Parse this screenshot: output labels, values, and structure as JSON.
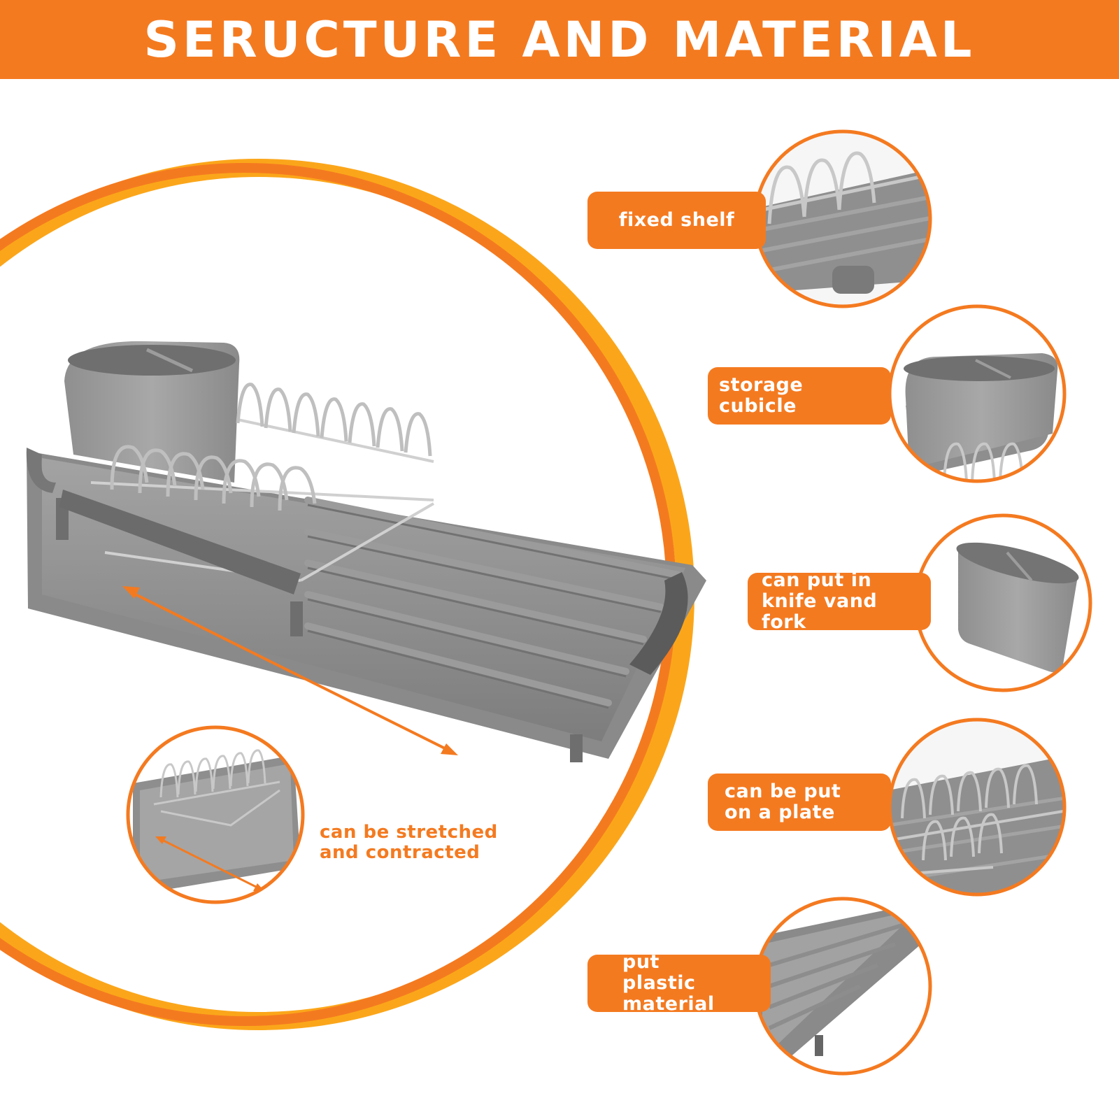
{
  "header": {
    "title": "SERUCTURE AND MATERIAL"
  },
  "colors": {
    "accent": "#f47a20",
    "accent_light": "#fba61a",
    "product_gray": "#8c8c8c"
  },
  "callouts": [
    {
      "label": "fixed shelf",
      "image": "fixed-shelf-closeup"
    },
    {
      "label": "storage cubicle",
      "image": "storage-cubicle-closeup"
    },
    {
      "label": "can put in knife vand fork",
      "image": "utensil-holder-closeup"
    },
    {
      "label": "can be put on a plate",
      "image": "plate-rack-closeup"
    },
    {
      "label": "put plastic material",
      "image": "drain-tray-closeup"
    }
  ],
  "stretch_note": {
    "text": "can be stretched and contracted",
    "image": "stretch-closeup"
  },
  "main_image": "expandable-dish-rack"
}
